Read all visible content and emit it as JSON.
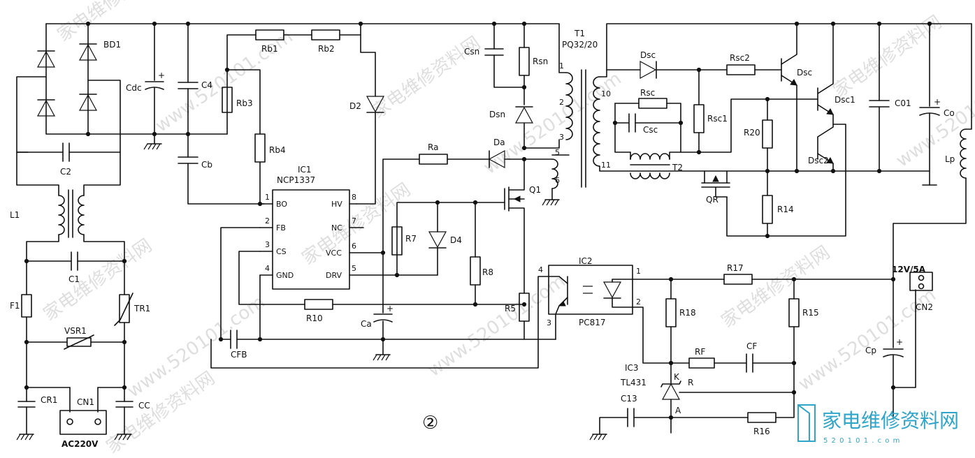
{
  "watermarks": {
    "site_cn": "家电维修资料网",
    "site_url": "www.520101.com"
  },
  "logo": {
    "text": "家电维修资料网",
    "url": "5 2 0 1 0 1 . c o m",
    "color": "#2fa6c9"
  },
  "figure_number": "②",
  "components": {
    "BD1": "BD1",
    "Cdc": "Cdc",
    "C4": "C4",
    "Cb": "Cb",
    "C2": "C2",
    "L1": "L1",
    "C1": "C1",
    "F1": "F1",
    "TR1": "TR1",
    "VSR1": "VSR1",
    "CR1": "CR1",
    "CN1": "CN1",
    "CC": "CC",
    "AC220V": "AC220V",
    "Rb1": "Rb1",
    "Rb2": "Rb2",
    "Rb3": "Rb3",
    "Rb4": "Rb4",
    "D2": "D2",
    "IC1": "IC1",
    "NCP1337": "NCP1337",
    "CFB": "CFB",
    "R10": "R10",
    "Ca": "Ca",
    "R7": "R7",
    "D4": "D4",
    "R8": "R8",
    "R5": "R5",
    "Ra": "Ra",
    "Da": "Da",
    "Q1": "Q1",
    "Csn": "Csn",
    "Rsn": "Rsn",
    "Dsn": "Dsn",
    "T1": "T1",
    "PQ32_20": "PQ32/20",
    "Dsc": "Dsc",
    "Rsc": "Rsc",
    "Csc": "Csc",
    "Rsc1": "Rsc1",
    "Rsc2": "Rsc2",
    "T2": "T2",
    "Q_sc": "Dsc",
    "Dsc1": "Dsc1",
    "Dsc2": "Dsc2",
    "R20": "R20",
    "QR": "QR",
    "R14": "R14",
    "C01": "C01",
    "Co": "Co",
    "Lp": "Lp",
    "IC2": "IC2",
    "PC817": "PC817",
    "R17": "R17",
    "R18": "R18",
    "R15": "R15",
    "RF": "RF",
    "CF": "CF",
    "IC3": "IC3",
    "TL431": "TL431",
    "K": "K",
    "R": "R",
    "A": "A",
    "C13": "C13",
    "R16": "R16",
    "Cp": "Cp",
    "CN2": "CN2",
    "output": "12V/5A"
  },
  "ic1_pins": {
    "p1": "1",
    "p2": "2",
    "p3": "3",
    "p4": "4",
    "p5": "5",
    "p6": "6",
    "p7": "7",
    "p8": "8",
    "BO": "BO",
    "FB": "FB",
    "CS": "CS",
    "GND": "GND",
    "HV": "HV",
    "NC": "NC",
    "VCC": "VCC",
    "DRV": "DRV"
  },
  "t1_pins": {
    "p1": "1",
    "p2": "2",
    "p3": "3",
    "p5": "5",
    "p6": "6",
    "p10": "10",
    "p11": "11"
  },
  "ic2_pins": {
    "p1": "1",
    "p2": "2",
    "p3": "3",
    "p4": "4"
  },
  "polarity_plus": "+"
}
